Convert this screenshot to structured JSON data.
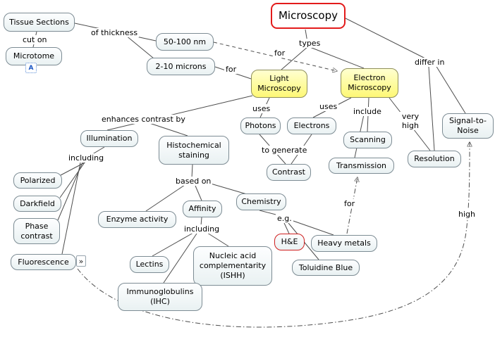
{
  "nodes": {
    "tissue_sections": "Tissue Sections",
    "microtome": "Microtome",
    "microscopy": "Microscopy",
    "nm_50_100": "50-100 nm",
    "microns_2_10": "2-10 microns",
    "light_microscopy": "Light Microscopy",
    "electron_microscopy": "Electron Microscopy",
    "illumination": "Illumination",
    "histochemical_staining": "Histochemical staining",
    "photons": "Photons",
    "electrons": "Electrons",
    "scanning": "Scanning",
    "transmission": "Transmission",
    "resolution": "Resolution",
    "signal_to_noise": "Signal-to-Noise",
    "contrast": "Contrast",
    "polarized": "Polarized",
    "darkfield": "Darkfield",
    "phase_contrast": "Phase contrast",
    "fluorescence": "Fluorescence",
    "enzyme_activity": "Enzyme activity",
    "affinity": "Affinity",
    "chemistry": "Chemistry",
    "he": "H&E",
    "heavy_metals": "Heavy metals",
    "toluidine_blue": "Toluidine Blue",
    "lectins": "Lectins",
    "nucleic_acid": "Nucleic acid complementarity (ISHH)",
    "immunoglobulins": "Immunoglobulins (IHC)"
  },
  "edge_labels": {
    "cut_on": "cut on",
    "of_thickness": "of thickness",
    "types": "types",
    "for_em": "for",
    "for_lm": "for",
    "differ_in": "differ in",
    "enhances": "enhances contrast by",
    "uses_lm": "uses",
    "uses_em": "uses",
    "include": "include",
    "very_high": "very high",
    "to_generate": "to generate",
    "including_illum": "including",
    "based_on": "based on",
    "including_affinity": "including",
    "eg": "e.g.",
    "for_transmission": "for",
    "high": "high"
  },
  "icons": {
    "fluorescence_expand": "»",
    "microtome_attachment": "A"
  },
  "colors": {
    "node_border": "#7d8c94",
    "node_fill": "#e9f1f2",
    "highlight_fill": "#fef876",
    "accent_red": "#e31b1b",
    "line": "#4d4d4d"
  }
}
